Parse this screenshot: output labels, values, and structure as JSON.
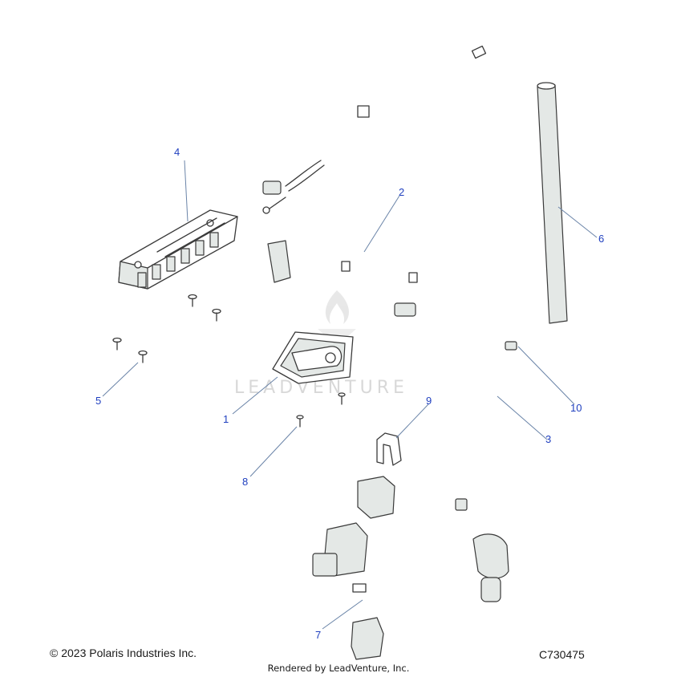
{
  "callouts": {
    "c1": "1",
    "c2": "2",
    "c3": "3",
    "c4": "4",
    "c5": "5",
    "c6": "6",
    "c7": "7",
    "c8": "8",
    "c9": "9",
    "c10": "10"
  },
  "watermark": "LEADVENTURE",
  "footer": {
    "copyright": "© 2023 Polaris Industries Inc.",
    "figure_id": "C730475",
    "rendered_by": "Rendered by LeadVenture, Inc."
  },
  "colors": {
    "callout_number": "#1f3fbf",
    "callout_line": "#6a84a8",
    "line_art": "#3a3a3a",
    "watermark": "#d8d8d8"
  }
}
